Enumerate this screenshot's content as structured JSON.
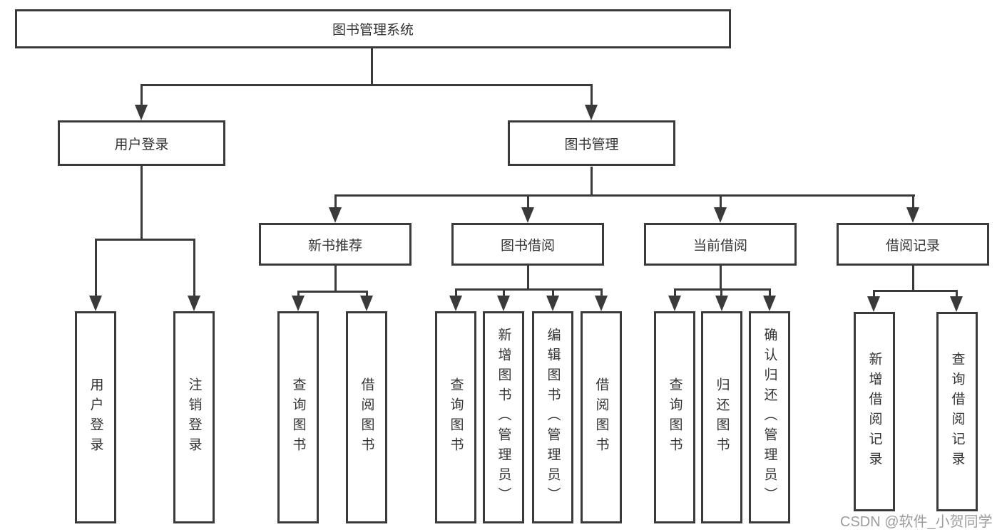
{
  "diagram": {
    "root": "图书管理系统",
    "level2": [
      "用户登录",
      "图书管理"
    ],
    "level3": [
      "新书推荐",
      "图书借阅",
      "当前借阅",
      "借阅记录"
    ],
    "leaves": {
      "user_login": [
        "用户登录",
        "注销登录"
      ],
      "new_book": [
        "查询图书",
        "借阅图书"
      ],
      "book_borrow": [
        "查询图书",
        "新增图书（管理员）",
        "编辑图书（管理员）",
        "借阅图书"
      ],
      "current_borrow": [
        "查询图书",
        "归还图书",
        "确认归还（管理员）"
      ],
      "records": [
        "新增借阅记录",
        "查询借阅记录"
      ]
    }
  },
  "watermark": "CSDN @软件_小贺同学",
  "colors": {
    "line": "#3a3a3a",
    "text": "#333333",
    "watermark": "#9c9c9c",
    "background": "#ffffff"
  }
}
